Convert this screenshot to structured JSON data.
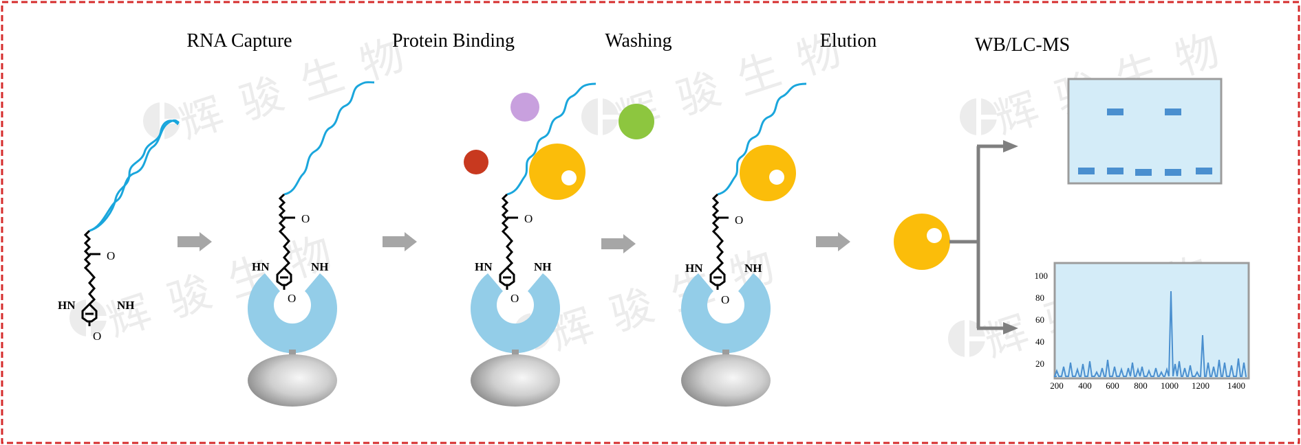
{
  "steps": [
    "RNA Capture",
    "Protein Binding",
    "Washing",
    "Elution",
    "WB/LC-MS"
  ],
  "chem": {
    "hn": "HN",
    "nh": "NH",
    "o": "O"
  },
  "watermark": "辉骏生物",
  "ms_chart": {
    "y_ticks": [
      "100",
      "80",
      "60",
      "40",
      "20"
    ],
    "x_ticks": [
      "200",
      "400",
      "600",
      "800",
      "1000",
      "1200",
      "1400"
    ]
  },
  "colors": {
    "rna": "#1aa6dc",
    "receptor": "#93cde8",
    "protein": "#fbbd0a",
    "arrow": "#a6a6a6",
    "branch": "#7f7f7f",
    "border": "#d52b2b",
    "panel_fill": "#d4ecf8",
    "panel_stroke": "#9c9c9c",
    "band": "#4a8fcf",
    "bead_purple": "#c8a0de",
    "bead_green": "#8dc63f",
    "bead_red": "#c8391f"
  }
}
